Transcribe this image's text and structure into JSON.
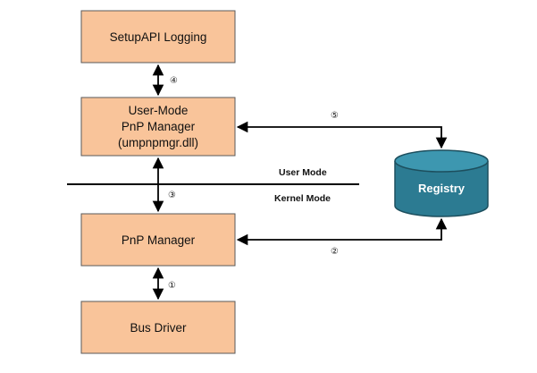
{
  "diagram": {
    "boxes": {
      "setupapi": {
        "label": "SetupAPI Logging"
      },
      "usermode": {
        "lines": [
          "User-Mode",
          "PnP Manager",
          "(umpnpmgr.dll)"
        ]
      },
      "pnp": {
        "label": "PnP Manager"
      },
      "bus": {
        "label": "Bus Driver"
      }
    },
    "registry": {
      "label": "Registry"
    },
    "modes": {
      "user": "User Mode",
      "kernel": "Kernel Mode"
    },
    "steps": {
      "s1": "①",
      "s2": "②",
      "s3": "③",
      "s4": "④",
      "s5": "⑤"
    }
  },
  "colors": {
    "box_fill": "#f9c49a",
    "box_stroke": "#5a5a5a",
    "registry_fill": "#2c7b92",
    "registry_top": "#3d97b0",
    "registry_stroke": "#1d4f5e",
    "line": "#000000"
  }
}
